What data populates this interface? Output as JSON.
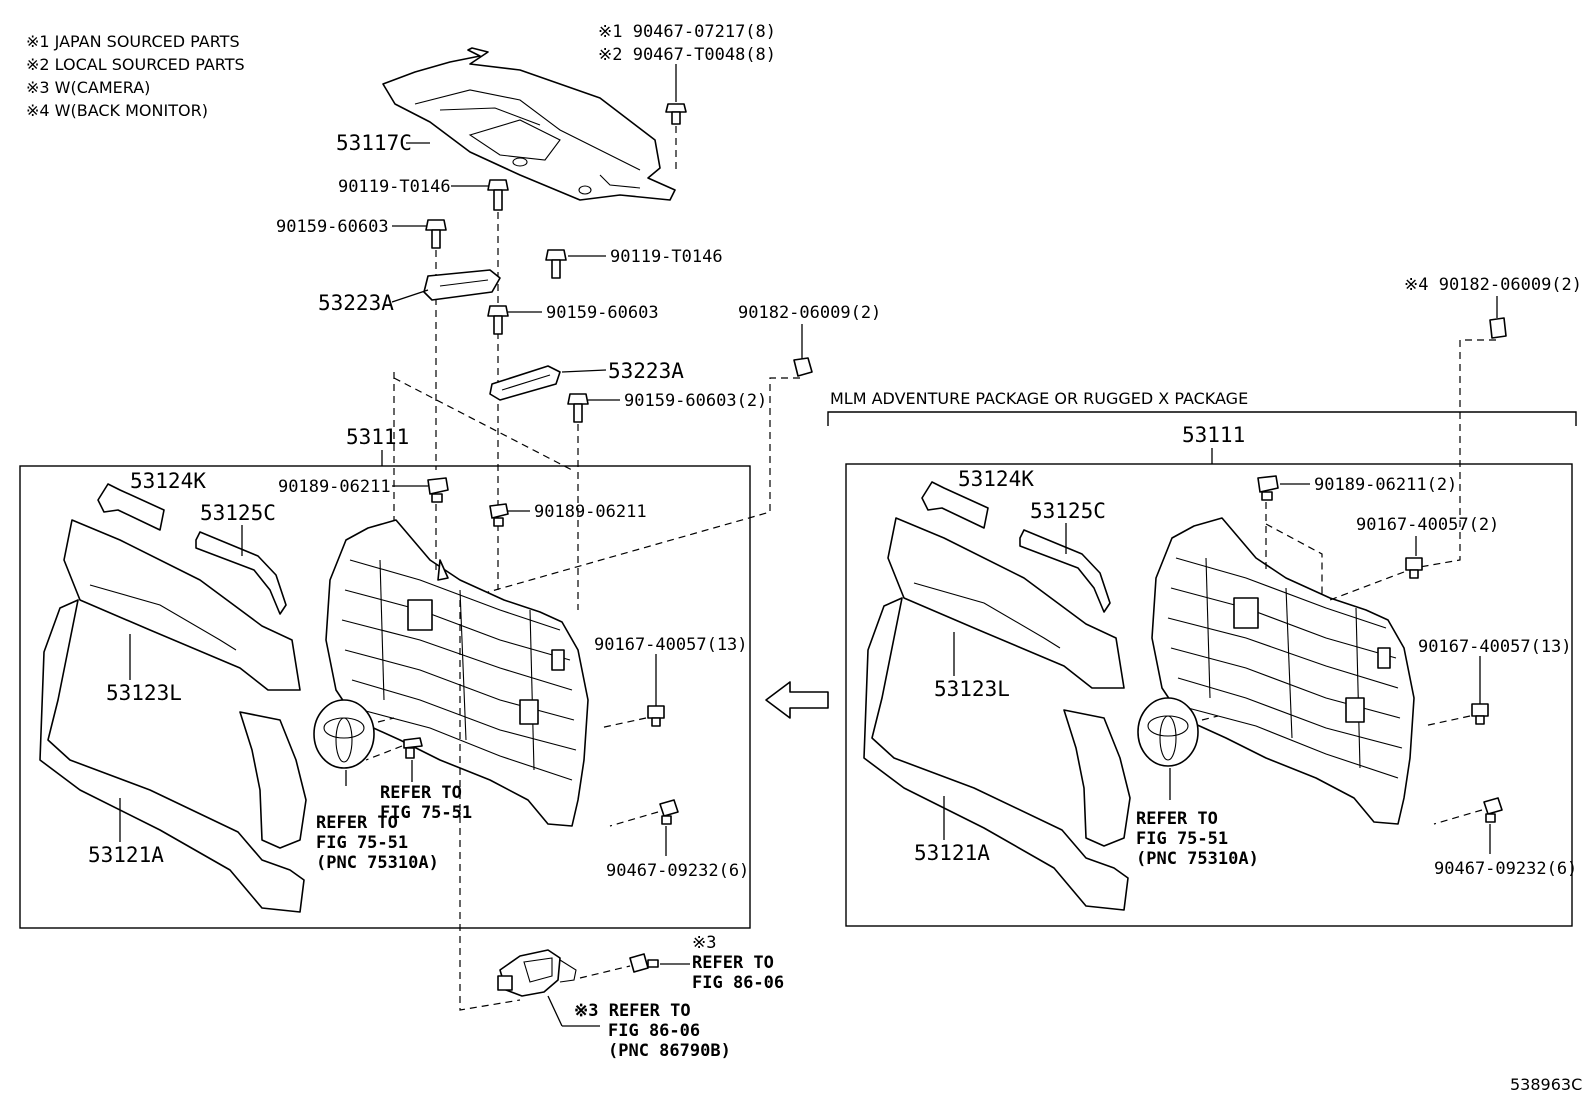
{
  "notes": [
    "※1 JAPAN SOURCED PARTS",
    "※2 LOCAL SOURCED PARTS",
    "※3 W(CAMERA)",
    "※4 W(BACK MONITOR)"
  ],
  "top": {
    "clip_code_1": "※1 90467-07217(8)",
    "clip_code_2": "※2 90467-T0048(8)",
    "cover": "53117C",
    "screw_a": "90119-T0146",
    "screw_b": "90159-60603",
    "screw_c": "90119-T0146",
    "bracket_a": "53223A",
    "screw_d": "90159-60603",
    "bracket_b": "53223A",
    "screw_e": "90159-60603(2)",
    "nut_mid": "90182-06009(2)"
  },
  "left": {
    "grille": "53111",
    "screw_f": "90189-06211",
    "screw_g": "90189-06211",
    "molding_k": "53124K",
    "molding_c": "53125C",
    "molding_l": "53123L",
    "bumper_a": "53121A",
    "clip_13": "90167-40057(13)",
    "clip_6": "90467-09232(6)",
    "ref1": [
      "REFER TO",
      "FIG 75-51"
    ],
    "ref2": [
      "REFER TO",
      "FIG 75-51",
      "(PNC 75310A)"
    ]
  },
  "camera": {
    "note_top": "※3",
    "ref_top": [
      "REFER TO",
      "FIG 86-06"
    ],
    "ref_bottom": [
      "※3 REFER TO",
      "FIG 86-06",
      "(PNC 86790B)"
    ]
  },
  "right": {
    "package": "MLM ADVENTURE PACKAGE OR RUGGED X PACKAGE",
    "nut_top": "※4 90182-06009(2)",
    "grille": "53111",
    "molding_k": "53124K",
    "molding_c": "53125C",
    "molding_l": "53123L",
    "bumper_a": "53121A",
    "screw_2": "90189-06211(2)",
    "clip_2": "90167-40057(2)",
    "clip_13": "90167-40057(13)",
    "clip_6": "90467-09232(6)",
    "ref": [
      "REFER TO",
      "FIG 75-51",
      "(PNC 75310A)"
    ]
  },
  "figure_id": "538963C"
}
